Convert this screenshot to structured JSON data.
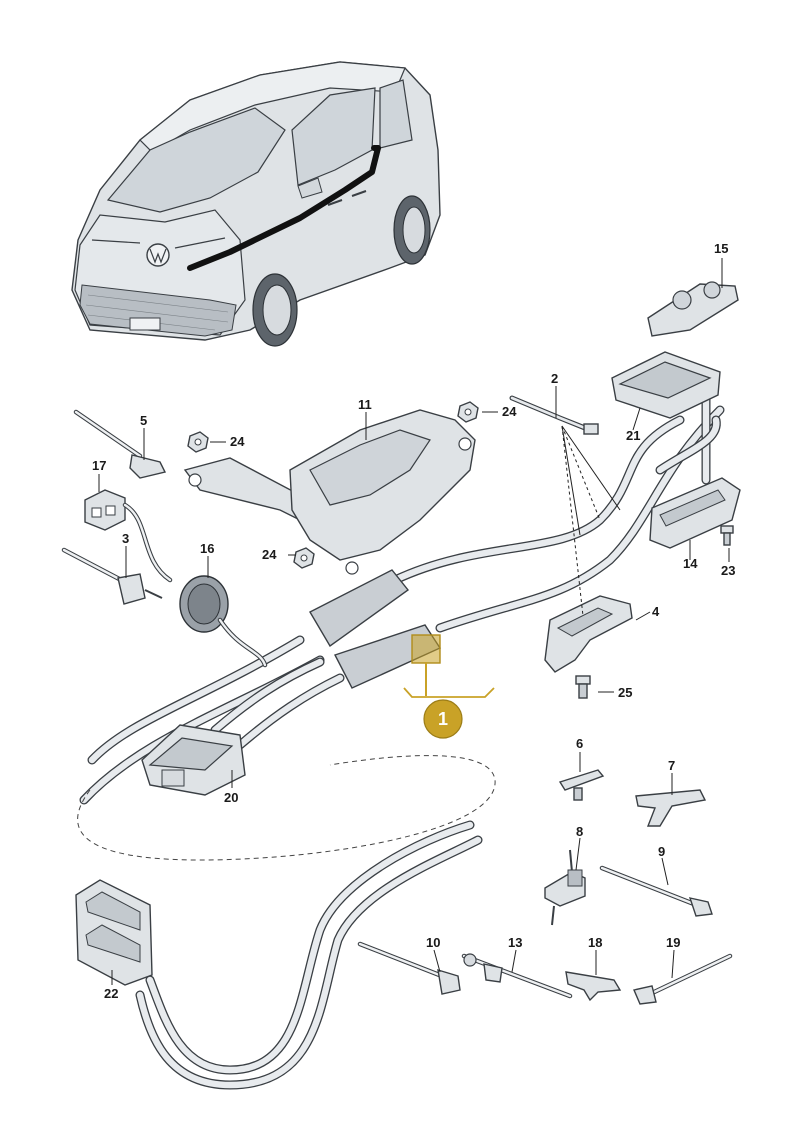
{
  "diagram": {
    "highlight_color": "#c9a227",
    "highlight_label": "1",
    "labels": {
      "n2": "2",
      "n3": "3",
      "n4": "4",
      "n5": "5",
      "n6": "6",
      "n7": "7",
      "n8": "8",
      "n9": "9",
      "n10": "10",
      "n11": "11",
      "n13": "13",
      "n14": "14",
      "n15": "15",
      "n16": "16",
      "n17": "17",
      "n18": "18",
      "n19": "19",
      "n20": "20",
      "n21": "21",
      "n22": "22",
      "n23": "23",
      "n24a": "24",
      "n24b": "24",
      "n24c": "24",
      "n25": "25"
    }
  }
}
